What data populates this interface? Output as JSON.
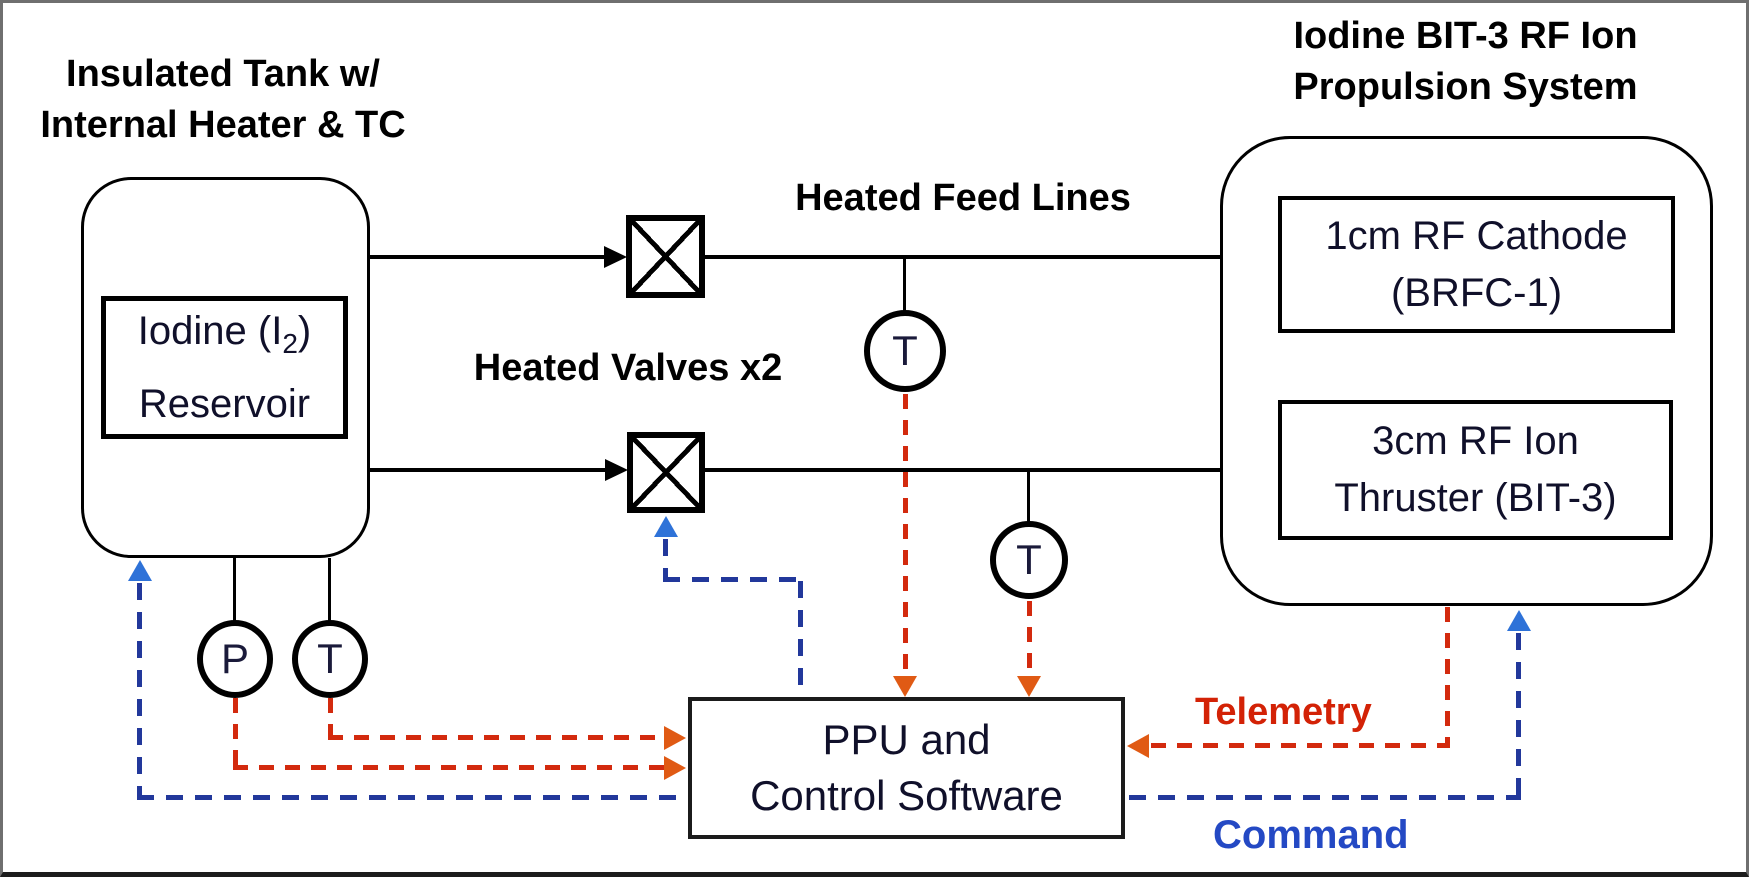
{
  "colors": {
    "telemetry_red": "#d32a0e",
    "command_blue": "#22389b",
    "red_arrowhead": "#e05a14",
    "blue_arrowhead": "#2e72d8",
    "line_black": "#000000",
    "telemetry_label_color": "#d32206",
    "command_label_color": "#2449c4"
  },
  "tank": {
    "title_line1": "Insulated Tank w/",
    "title_line2": "Internal Heater & TC",
    "reservoir": {
      "prefix": "Iodine (I",
      "subscript": "2",
      "suffix": ")",
      "line2": "Reservoir"
    }
  },
  "sensors": {
    "tank_pressure": "P",
    "tank_temperature": "T",
    "feed_temperature_1": "T",
    "feed_temperature_2": "T"
  },
  "valves": {
    "label": "Heated Valves x2"
  },
  "feed_lines": {
    "label": "Heated Feed Lines"
  },
  "ppu": {
    "line1": "PPU and",
    "line2": "Control Software"
  },
  "propulsion": {
    "title_line1": "Iodine BIT-3 RF Ion",
    "title_line2": "Propulsion System",
    "cathode_line1": "1cm RF Cathode",
    "cathode_line2": "(BRFC-1)",
    "thruster_line1": "3cm RF Ion",
    "thruster_line2": "Thruster (BIT-3)"
  },
  "legend": {
    "telemetry": "Telemetry",
    "command": "Command"
  }
}
